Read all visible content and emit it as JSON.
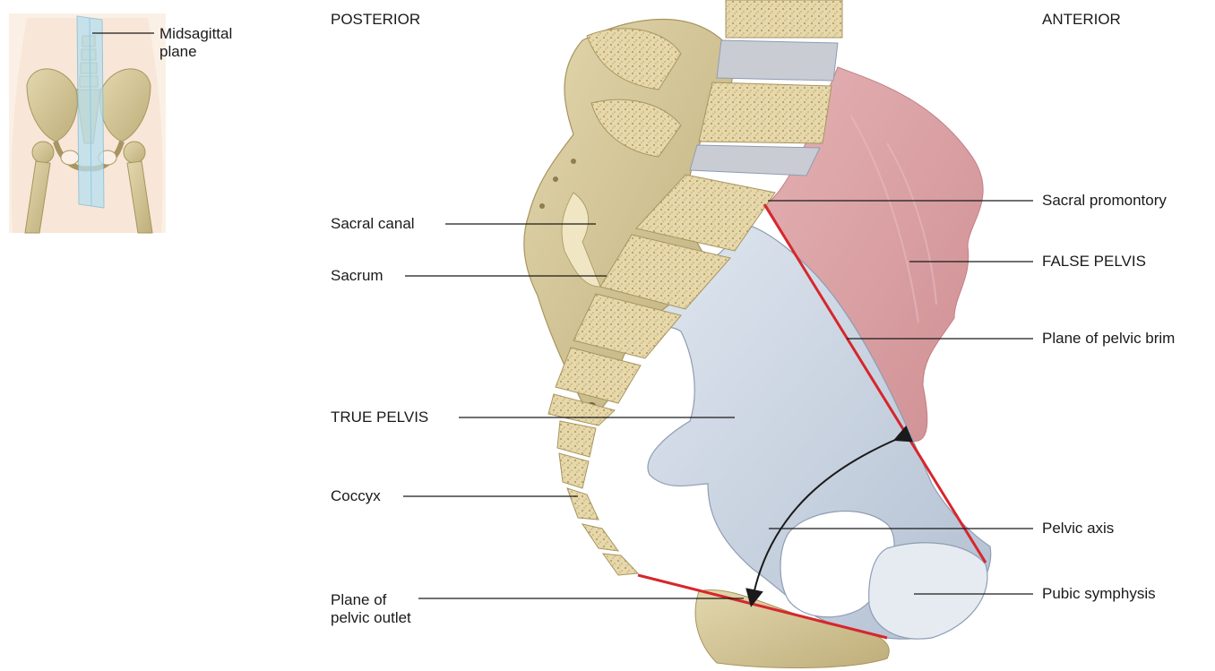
{
  "view": {
    "posterior": "POSTERIOR",
    "anterior": "ANTERIOR"
  },
  "inset": {
    "midsagittal_line1": "Midsagittal",
    "midsagittal_line2": "plane"
  },
  "labels": {
    "sacral_promontory": "Sacral promontory",
    "false_pelvis": "FALSE PELVIS",
    "plane_of_pelvic_brim": "Plane of pelvic brim",
    "pelvic_axis": "Pelvic axis",
    "pubic_symphysis": "Pubic symphysis",
    "sacral_canal": "Sacral canal",
    "sacrum": "Sacrum",
    "true_pelvis": "TRUE PELVIS",
    "coccyx": "Coccyx",
    "plane_of_pelvic_outlet_line1": "Plane of",
    "plane_of_pelvic_outlet_line2": "pelvic outlet"
  },
  "colors": {
    "bone": "#d9cda2",
    "bone_dark": "#b8a877",
    "cancellous": "#e4d6a8",
    "disc": "#c9ccd3",
    "ilium_blue": "#cbd5e2",
    "false_pelvis_pink": "#d9a3a6",
    "plane_red": "#d7262b",
    "leader": "#1a1a1a",
    "inset_plane": "#b7dff0"
  }
}
